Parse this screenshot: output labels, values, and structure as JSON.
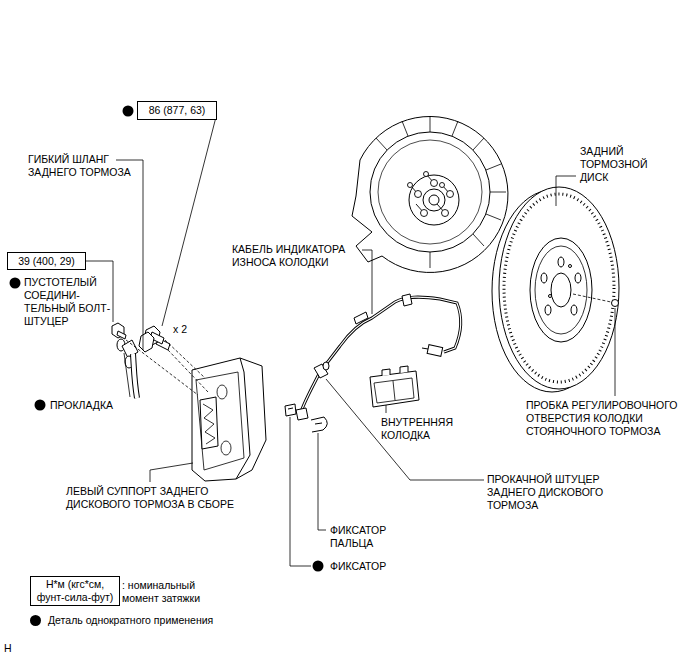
{
  "diagram": {
    "nodes": [
      {
        "text": [
          "86 (877, 63)"
        ]
      },
      {
        "text": [
          "39 (400, 29)"
        ]
      },
      {
        "text": [
          "Н*м (кгс*см, фунт-сила-фут)"
        ]
      }
    ],
    "labels": [
      "ГИБКИЙ ШЛАНГ ЗАДНЕГО ТОРМОЗА",
      "ПУСТОТЕЛЫЙ СОЕДИНИ- ТЕЛЬНЫЙ БОЛТ-ШТУЦЕР",
      "x 2",
      "ПРОКЛАДКА",
      "ЛЕВЫЙ СУППОРТ ЗАДНЕГО ДИСКОВОГО ТОРМОЗА В СБОРЕ",
      "КАБЕЛЬ ИНДИКАТОРА ИЗНОСА КОЛОДКИ",
      "ЗАДНИЙ ТОРМОЗНОЙ ДИСК",
      "ВНУТРЕННЯЯ КОЛОДКА",
      "ПРОБКА РЕГУЛИРОВОЧНОГО ОТВЕРСТИЯ КОЛОДКИ СТОЯНОЧНОГО ТОРМОЗА",
      "ПРОКАЧНОЙ ШТУЦЕР ЗАДНЕГО ДИСКОВОГО ТОРМОЗА",
      "ФИКСАТОР ПАЛЬЦА",
      "ФИКСАТОР",
      ": номинальный момент затяжки",
      "H"
    ],
    "legend": [
      {
        "text": "Деталь однократного применения",
        "color": "#000000"
      }
    ]
  }
}
